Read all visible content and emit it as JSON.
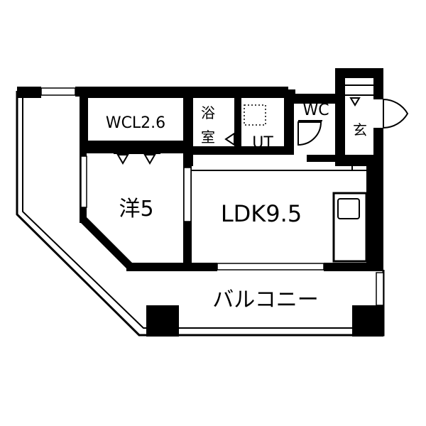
{
  "floor_plan": {
    "rooms": {
      "wcl": "WCL2.6",
      "bath_line1": "浴",
      "bath_line2": "室",
      "ut": "UT",
      "wc": "WC",
      "entrance": "玄",
      "western_room": "洋5",
      "ldk": "LDK9.5",
      "balcony": "バルコニー"
    }
  }
}
